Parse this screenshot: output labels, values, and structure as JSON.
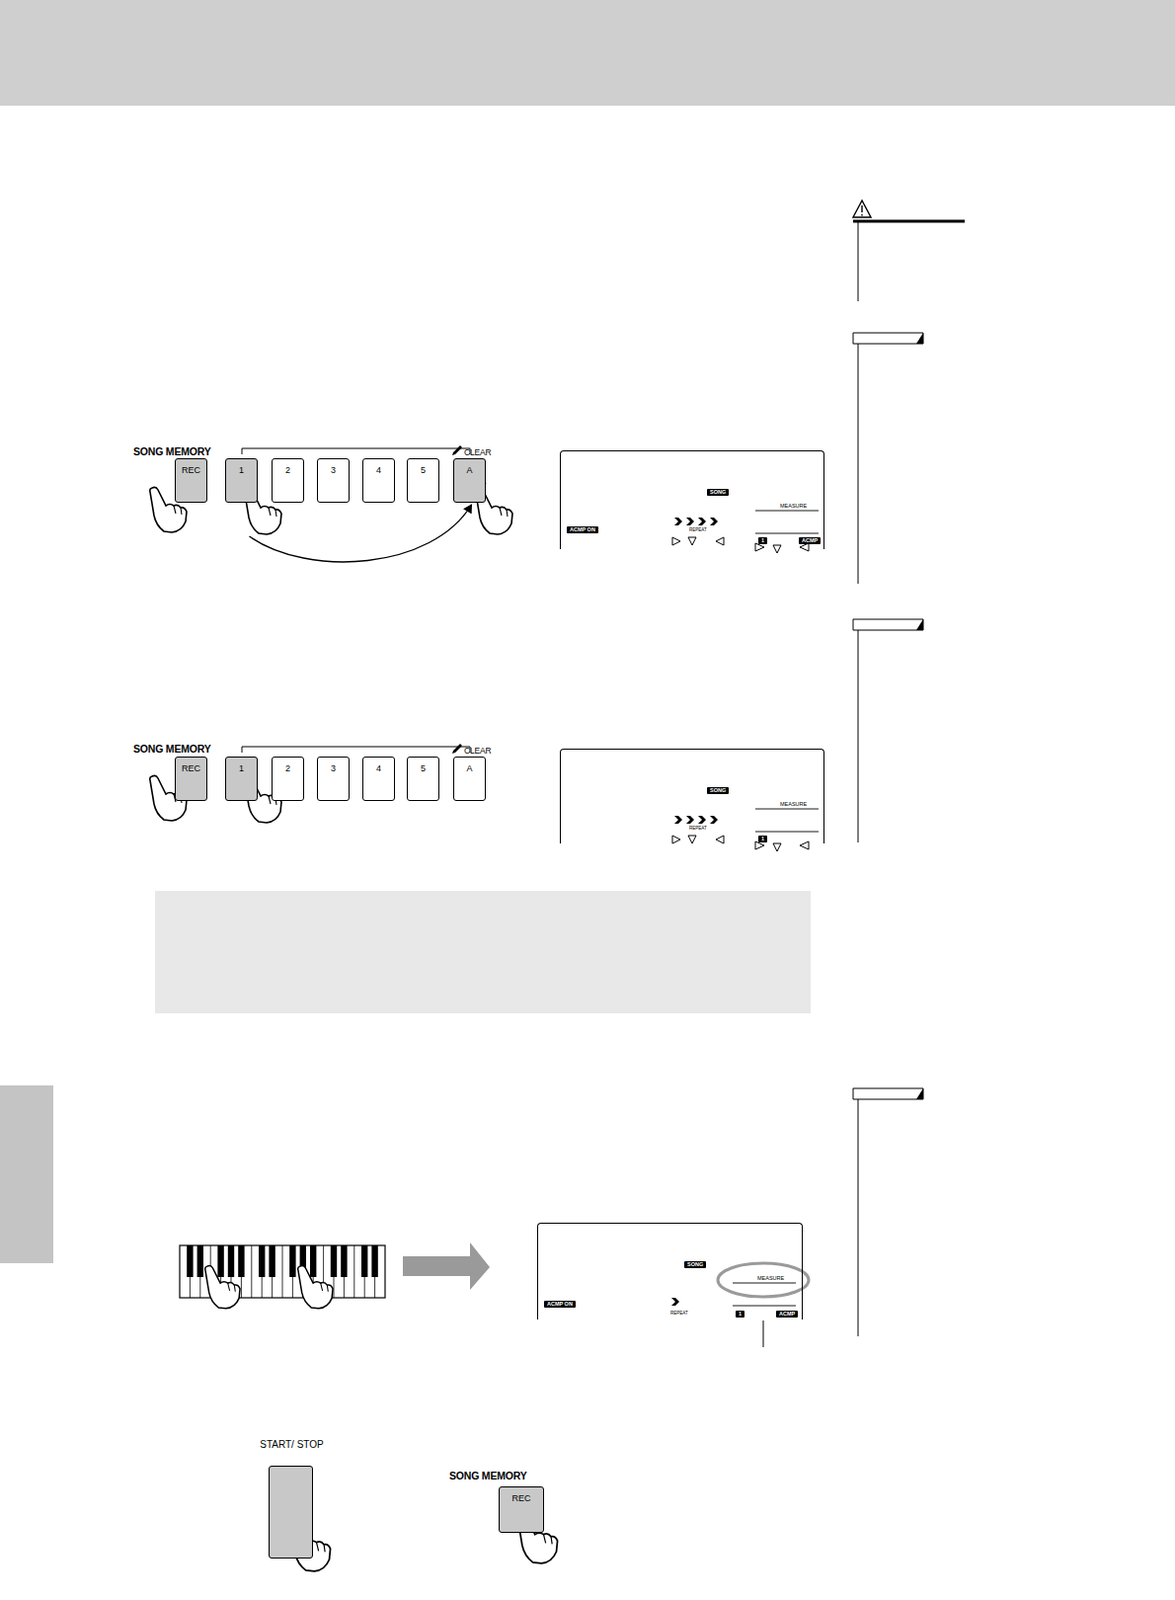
{
  "diagram": {
    "nodes": [
      {
        "text": [
          "REC"
        ]
      },
      {
        "text": [
          "1"
        ]
      },
      {
        "text": [
          "2"
        ]
      },
      {
        "text": [
          "3"
        ]
      },
      {
        "text": [
          "4"
        ]
      },
      {
        "text": [
          "5"
        ]
      },
      {
        "text": [
          "A"
        ]
      },
      {
        "text": [
          "SONG",
          "MEASURE",
          "ACMP ON",
          "ACMP",
          "1",
          "REPEAT"
        ]
      },
      {
        "text": [
          "REC"
        ]
      },
      {
        "text": [
          "1"
        ]
      },
      {
        "text": [
          "2"
        ]
      },
      {
        "text": [
          "3"
        ]
      },
      {
        "text": [
          "4"
        ]
      },
      {
        "text": [
          "5"
        ]
      },
      {
        "text": [
          "A"
        ]
      },
      {
        "text": [
          "SONG",
          "MEASURE",
          "1",
          "REPEAT"
        ]
      },
      {
        "text": [
          "SONG",
          "MEASURE",
          "ACMP ON",
          "REPEAT",
          "1",
          "ACMP"
        ]
      },
      {
        "text": [
          "START/ STOP"
        ]
      },
      {
        "text": [
          "REC"
        ]
      }
    ],
    "edges": [
      {
        "from": 1,
        "to": 6,
        "arrow": "to"
      }
    ],
    "labels": [
      "SONG MEMORY",
      "CLEAR",
      "SONG MEMORY",
      "CLEAR",
      "SONG MEMORY"
    ]
  }
}
